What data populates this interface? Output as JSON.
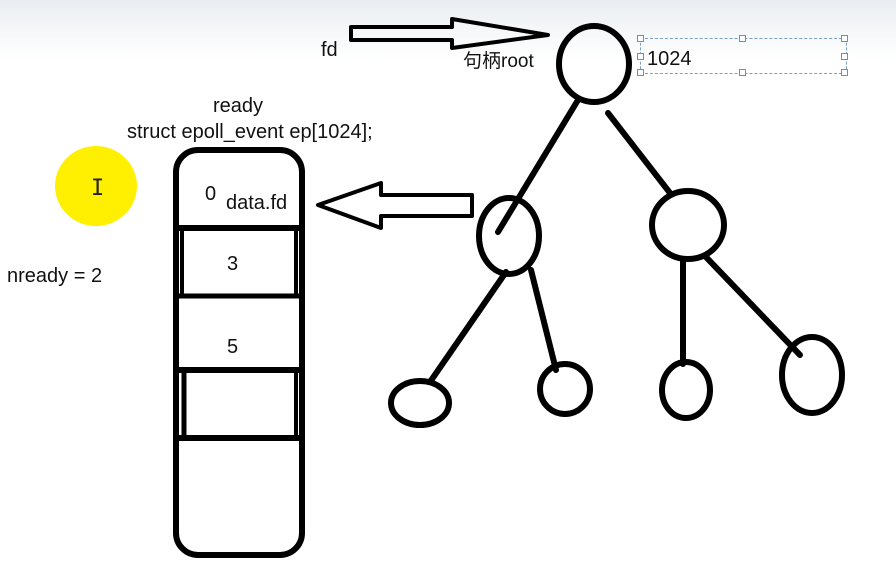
{
  "labels": {
    "fd": "fd",
    "handle_root": "句柄root",
    "ready": "ready",
    "struct_decl": "struct epoll_event ep[1024];",
    "nready": "nready = 2",
    "slot0_index": "0",
    "slot0_text": "data.fd",
    "slot1_value": "3",
    "slot2_value": "5",
    "textbox_value": "1024"
  },
  "icons": {
    "text_cursor": "I-beam-cursor-icon",
    "highlight": "yellow-cursor-highlight"
  },
  "colors": {
    "stroke": "#000000",
    "highlight": "#ffef00",
    "selection_box": "#7aa0c8"
  }
}
